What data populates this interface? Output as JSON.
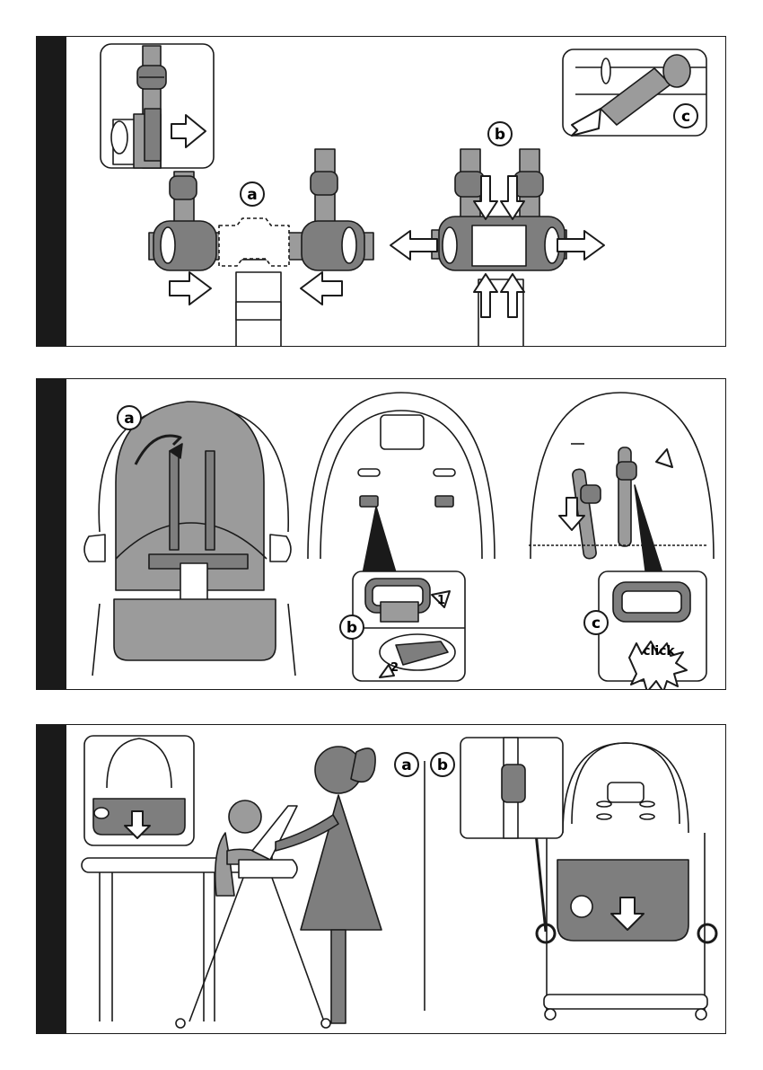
{
  "panels": [
    {
      "id": "step-1",
      "labels": {
        "a": "a",
        "b": "b",
        "c": "c"
      }
    },
    {
      "id": "step-2",
      "labels": {
        "a": "a",
        "b": "b",
        "c": "c",
        "click": "click",
        "step1": "1",
        "step2": "2"
      }
    },
    {
      "id": "step-3",
      "labels": {
        "a": "a",
        "b": "b"
      }
    }
  ],
  "colors": {
    "ink": "#1a1a1a",
    "fabric": "#9b9b9b",
    "fabric_dark": "#7e7e7e",
    "paper": "#ffffff"
  }
}
